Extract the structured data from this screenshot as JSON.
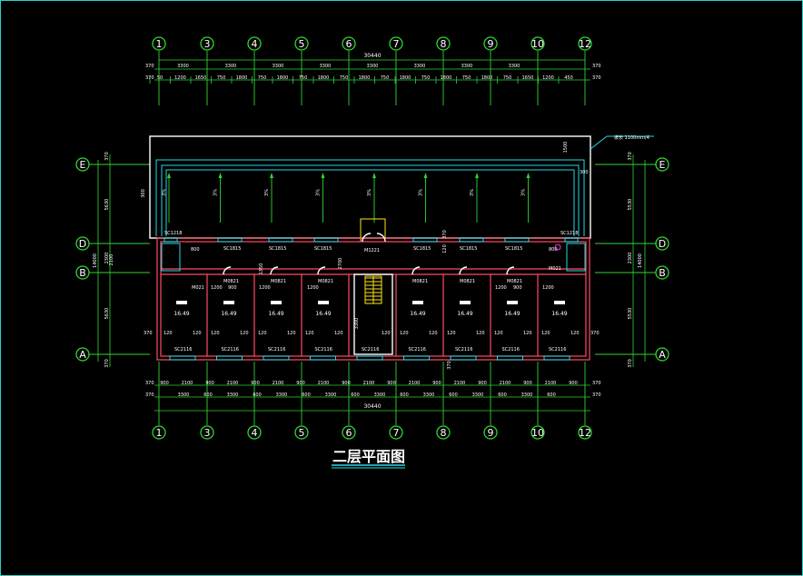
{
  "drawing": {
    "title": "二层平面图",
    "frame_color": "#2ad3d3"
  },
  "axes_top": {
    "labels": [
      "1",
      "3",
      "4",
      "5",
      "6",
      "7",
      "8",
      "9",
      "10",
      "12"
    ],
    "total": "30440",
    "bays": [
      "3300",
      "3300",
      "3300",
      "3300",
      "3300",
      "3300",
      "3300",
      "3300"
    ],
    "row2": [
      "50",
      "1200",
      "1650",
      "750",
      "1800",
      "750",
      "1800",
      "750",
      "1800",
      "750",
      "1800",
      "750",
      "1800",
      "750",
      "1800",
      "750",
      "1800",
      "750",
      "1650",
      "1200",
      "450"
    ],
    "side": "370"
  },
  "axes_bottom": {
    "labels": [
      "1",
      "3",
      "4",
      "5",
      "6",
      "7",
      "8",
      "9",
      "10",
      "12"
    ],
    "total": "30440",
    "row1": [
      "900",
      "2100",
      "900",
      "2100",
      "900",
      "2100",
      "900",
      "2100",
      "900",
      "2100",
      "900",
      "2100",
      "900",
      "2100",
      "900",
      "2100",
      "900",
      "2100",
      "900"
    ],
    "row2": [
      "3300",
      "600",
      "3300",
      "600",
      "3300",
      "600",
      "3300",
      "600",
      "3300",
      "600",
      "3300",
      "600",
      "3300",
      "600",
      "3300",
      "600"
    ],
    "side": "370"
  },
  "axes_side": {
    "labels": [
      "E",
      "D",
      "B",
      "A"
    ],
    "left_total": "14000",
    "left": [
      "370",
      "5630",
      "2300",
      "5630",
      "370"
    ],
    "right_total": "14000",
    "right": [
      "370",
      "5530",
      "2300",
      "5530",
      "370"
    ],
    "extra": [
      "300",
      "1500",
      "300"
    ]
  },
  "rooms": {
    "area": "16.49",
    "count": 8
  },
  "labels": {
    "corridor_door": "M1221",
    "window_top": "SC1815",
    "window_bottom": "SC2116",
    "window_corner": "SC1218",
    "room_door": "M0821",
    "wc_door": "M0821",
    "small_door": "M0821",
    "note": "坡长 1100mm/4",
    "stair_w": "1200",
    "wc_w": "800",
    "dim_120": "120",
    "dim_370": "370",
    "stair_span": "2700",
    "stair_depth": "3300",
    "d_1200": "1200",
    "d_900": "900",
    "d_1350": "1350",
    "corridor_h": "2100",
    "slope_label": "3%",
    "m_label": "M021"
  }
}
